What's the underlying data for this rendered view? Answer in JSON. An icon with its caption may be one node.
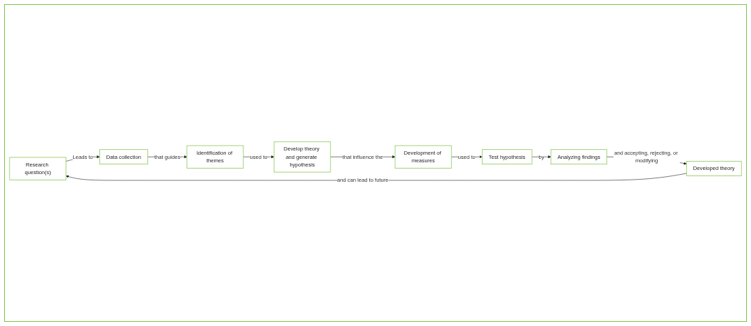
{
  "diagram": {
    "nodes": [
      {
        "text": [
          "Research question(s)"
        ]
      },
      {
        "text": [
          "Data collection"
        ]
      },
      {
        "text": [
          "Identification of themes"
        ]
      },
      {
        "text": [
          "Develop theory and generate hypothesis"
        ]
      },
      {
        "text": [
          "Development of measures"
        ]
      },
      {
        "text": [
          "Test hypothesis"
        ]
      },
      {
        "text": [
          "Analyzing findings"
        ]
      },
      {
        "text": [
          "Developed theory"
        ]
      }
    ],
    "edges": [
      {
        "from": 0,
        "to": 1,
        "arrow": "to",
        "label": "Leads to"
      },
      {
        "from": 1,
        "to": 2,
        "arrow": "to",
        "label": "that guides"
      },
      {
        "from": 2,
        "to": 3,
        "arrow": "to",
        "label": "used to"
      },
      {
        "from": 3,
        "to": 4,
        "arrow": "to",
        "label": "that influence the"
      },
      {
        "from": 4,
        "to": 5,
        "arrow": "to",
        "label": "used to"
      },
      {
        "from": 5,
        "to": 6,
        "arrow": "to",
        "label": "by"
      },
      {
        "from": 6,
        "to": 7,
        "arrow": "to",
        "label": "and accepting, rejecting, or modifying"
      },
      {
        "from": 7,
        "to": 0,
        "arrow": "to",
        "label": "and can lead to future"
      }
    ]
  }
}
